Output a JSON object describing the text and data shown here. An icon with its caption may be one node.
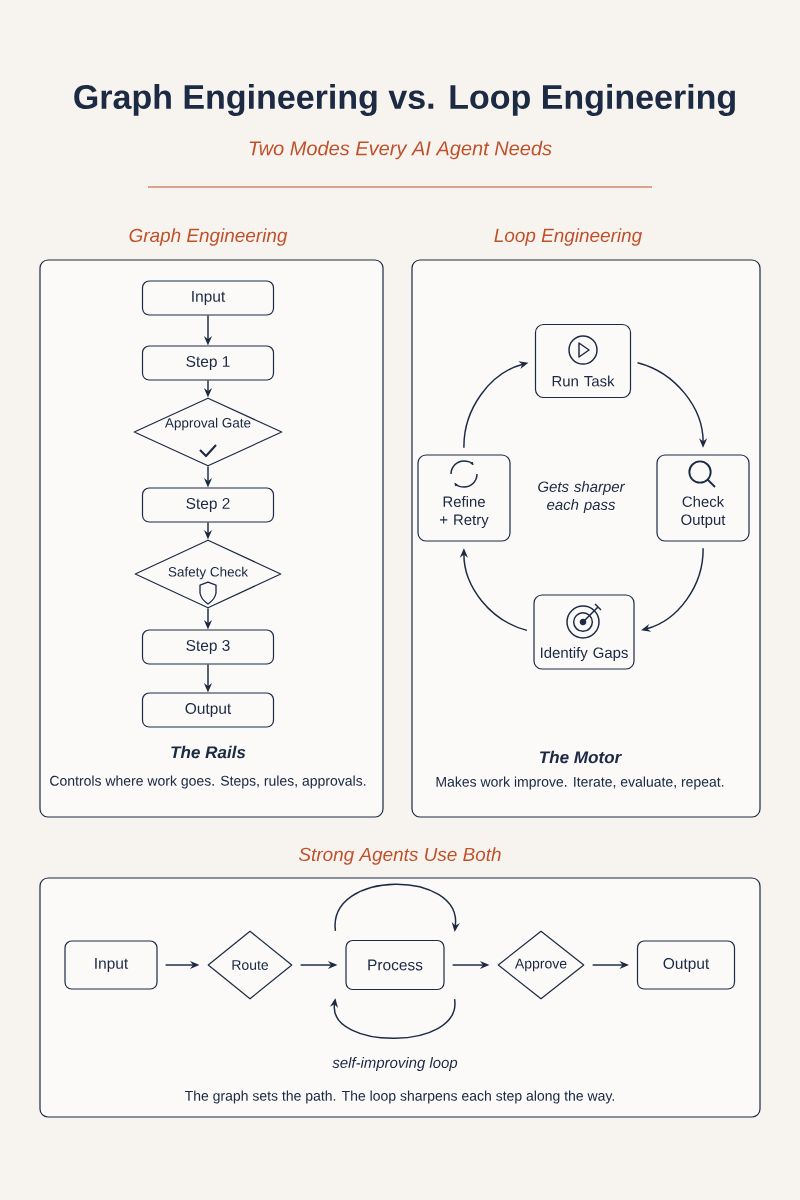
{
  "diagram": {
    "title": "Graph Engineering vs. Loop Engineering",
    "nodes": [
      {
        "text": [
          "Graph Engineering",
          "The Rails",
          "Controls where work goes. Steps, rules, approvals."
        ]
      },
      {
        "text": [
          "Input"
        ],
        "in": 0
      },
      {
        "text": [
          "Step 1"
        ],
        "in": 0
      },
      {
        "text": [
          "Approval Gate"
        ],
        "in": 0
      },
      {
        "text": [
          "Step 2"
        ],
        "in": 0
      },
      {
        "text": [
          "Safety Check"
        ],
        "in": 0
      },
      {
        "text": [
          "Step 3"
        ],
        "in": 0
      },
      {
        "text": [
          "Output"
        ],
        "in": 0
      },
      {
        "text": [
          "Loop Engineering",
          "The Motor",
          "Makes work improve. Iterate, evaluate, repeat."
        ]
      },
      {
        "text": [
          "Run Task"
        ],
        "in": 8
      },
      {
        "text": [
          "Check Output"
        ],
        "in": 8
      },
      {
        "text": [
          "Identify Gaps"
        ],
        "in": 8
      },
      {
        "text": [
          "Refine + Retry"
        ],
        "in": 8
      },
      {
        "text": [
          "Strong Agents Use Both",
          "The graph sets the path. The loop sharpens each step along the way."
        ]
      },
      {
        "text": [
          "Input"
        ],
        "in": 13
      },
      {
        "text": [
          "Route"
        ],
        "in": 13
      },
      {
        "text": [
          "Process"
        ],
        "in": 13
      },
      {
        "text": [
          "Approve"
        ],
        "in": 13
      },
      {
        "text": [
          "Output"
        ],
        "in": 13
      }
    ],
    "edges": [
      {
        "from": 1,
        "to": 2,
        "arrow": "to"
      },
      {
        "from": 2,
        "to": 3,
        "arrow": "to"
      },
      {
        "from": 3,
        "to": 4,
        "arrow": "to"
      },
      {
        "from": 4,
        "to": 5,
        "arrow": "to"
      },
      {
        "from": 5,
        "to": 6,
        "arrow": "to"
      },
      {
        "from": 6,
        "to": 7,
        "arrow": "to"
      },
      {
        "from": 9,
        "to": 10,
        "arrow": "to"
      },
      {
        "from": 10,
        "to": 11,
        "arrow": "to"
      },
      {
        "from": 11,
        "to": 12,
        "arrow": "to"
      },
      {
        "from": 12,
        "to": 9,
        "arrow": "to"
      },
      {
        "from": 14,
        "to": 15,
        "arrow": "to"
      },
      {
        "from": 15,
        "to": 16,
        "arrow": "to"
      },
      {
        "from": 16,
        "to": 17,
        "arrow": "to"
      },
      {
        "from": 17,
        "to": 18,
        "arrow": "to"
      },
      {
        "from": 16,
        "to": 16,
        "arrow": "to"
      },
      {
        "from": 16,
        "to": 16,
        "arrow": "to",
        "label": "self-improving loop"
      }
    ],
    "labels": [
      "Two Modes Every AI Agent Needs",
      "Gets sharper each pass"
    ]
  }
}
